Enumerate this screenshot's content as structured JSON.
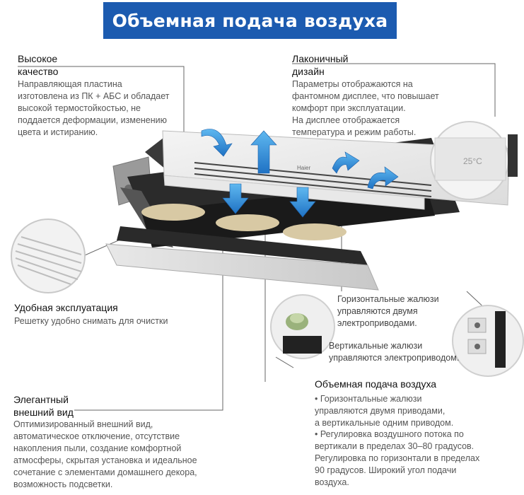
{
  "banner": {
    "title": "Объемная подача воздуха"
  },
  "quality": {
    "title_line1": "Высокое",
    "title_line2": "качество",
    "text": [
      "Направляющая пластина",
      "изготовлена из  ПК + АБС и обладает",
      "высокой термостойкостью, не",
      "поддается деформации, изменению",
      "цвета и истиранию."
    ]
  },
  "design": {
    "title_line1": "Лаконичный",
    "title_line2": "дизайн",
    "text": [
      "Параметры отображаются на",
      "фантомном дисплее, что повышает",
      "комфорт при  эксплуатации.",
      "На дисплее отображается",
      "температура и режим работы."
    ]
  },
  "usage": {
    "title": "Удобная эксплуатация",
    "text": "Решетку удобно снимать для очистки"
  },
  "horizontal": {
    "text": [
      "Горизонтальные жалюзи",
      "управляются двумя",
      "электроприводами."
    ]
  },
  "vertical": {
    "text": [
      "Вертикальные жалюзи",
      "управляются электроприводом."
    ]
  },
  "elegant": {
    "title_line1": "Элегантный",
    "title_line2": "внешний вид",
    "text": [
      "Оптимизированный внешний вид,",
      "автоматическое отключение, отсутствие",
      "накопления пыли, создание комфортной",
      "атмосферы, скрытая установка и идеальное",
      "сочетание с элементами домашнего декора,",
      "возможность подсветки."
    ]
  },
  "airflow": {
    "title": "Объемная подача воздуха",
    "bullet1": [
      "• Горизонтальные жалюзи",
      "управляются двумя приводами,",
      "а вертикальные одним приводом."
    ],
    "bullet2": [
      "• Регулировка воздушного потока по",
      "вертикали в пределах 30–80 градусов.",
      "Регулировка по горизонтали в пределах",
      "90 градусов. Широкий угол подачи",
      "воздуха."
    ]
  },
  "unit": {
    "brand": "Haier",
    "display_temp": "25°C"
  },
  "colors": {
    "banner": "#1c5bb0",
    "arrow": "#2a8ad8",
    "leader": "#666666"
  }
}
